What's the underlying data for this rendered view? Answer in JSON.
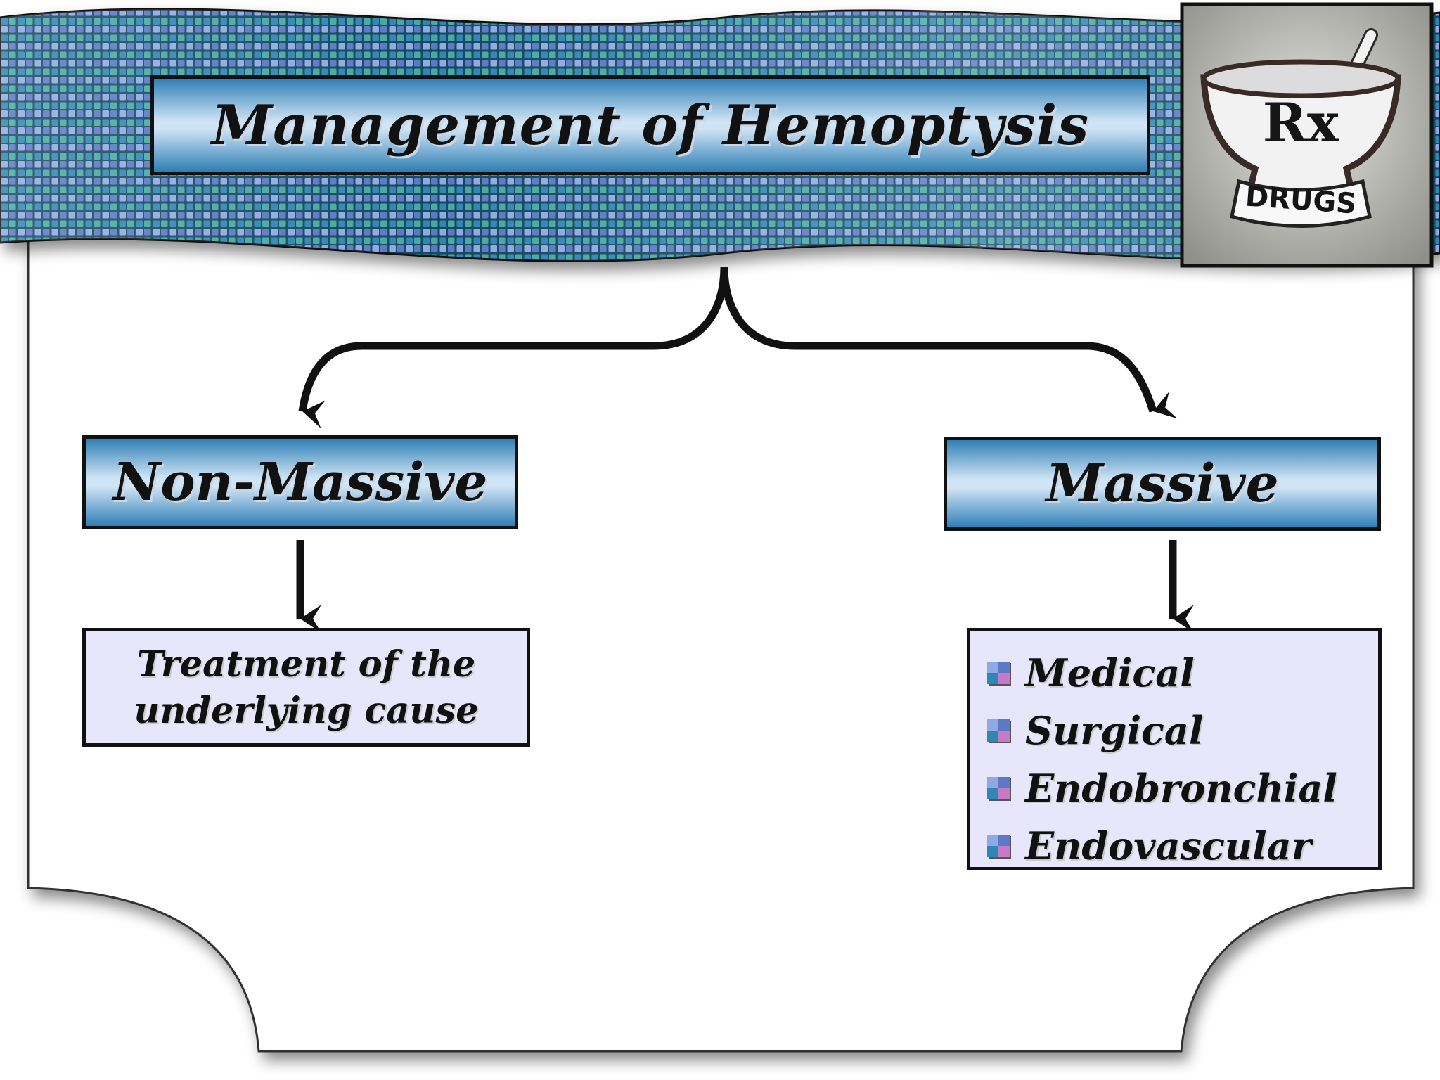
{
  "header": {
    "title": "Management of Hemoptysis"
  },
  "logo": {
    "symbol": "Rx",
    "label": "DRUGS"
  },
  "categories": {
    "non_massive": {
      "label": "Non-Massive",
      "treatment": "Treatment of the\nunderlying cause"
    },
    "massive": {
      "label": "Massive",
      "options": [
        "Medical",
        "Surgical",
        "Endobronchial",
        "Endovascular"
      ]
    }
  },
  "colors": {
    "box_blue": "#2f7fb5",
    "box_light": "#cfe4f5",
    "detail_fill": "#e7e6fb",
    "tile_a": "#2f87b3",
    "tile_b": "#46a9a3",
    "tile_c": "#8fa9e3",
    "tile_d": "#5b79c4"
  }
}
